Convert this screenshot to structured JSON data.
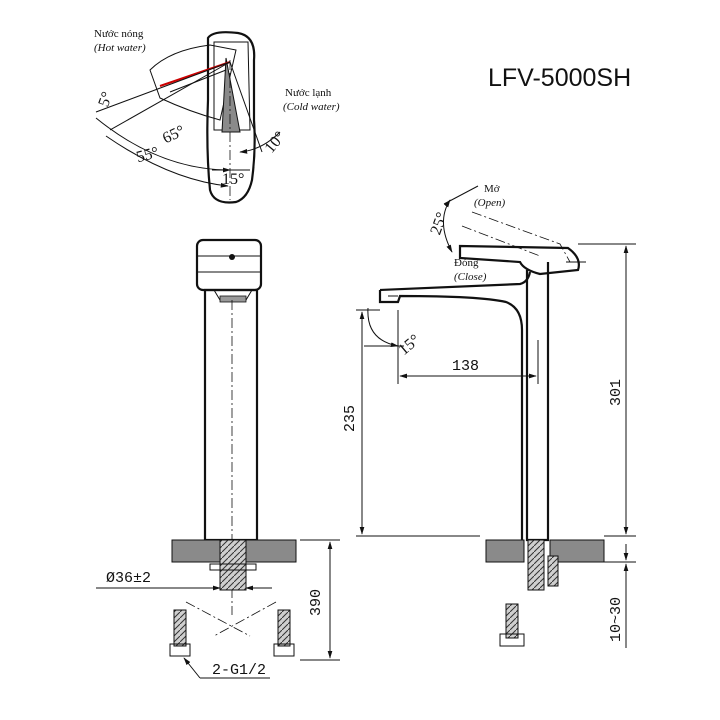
{
  "model": "LFV-5000SH",
  "handle_view": {
    "hot_label": "Nước nóng",
    "hot_label_en": "(Hot water)",
    "cold_label": "Nước lạnh",
    "cold_label_en": "(Cold water)",
    "angle_5": "5°",
    "angle_65": "65°",
    "angle_55": "55°",
    "angle_10": "10°",
    "angle_15": "15°"
  },
  "side_view": {
    "open_label": "Mở",
    "open_label_en": "(Open)",
    "close_label": "Đóng",
    "close_label_en": "(Close)",
    "angle_25": "25°",
    "angle_15": "15°",
    "dim_138": "138",
    "dim_235": "235",
    "dim_301": "301",
    "dim_10_30": "10~30"
  },
  "front_view": {
    "dim_dia": "Ø36±2",
    "dim_390": "390",
    "dim_thread": "2-G1/2"
  }
}
